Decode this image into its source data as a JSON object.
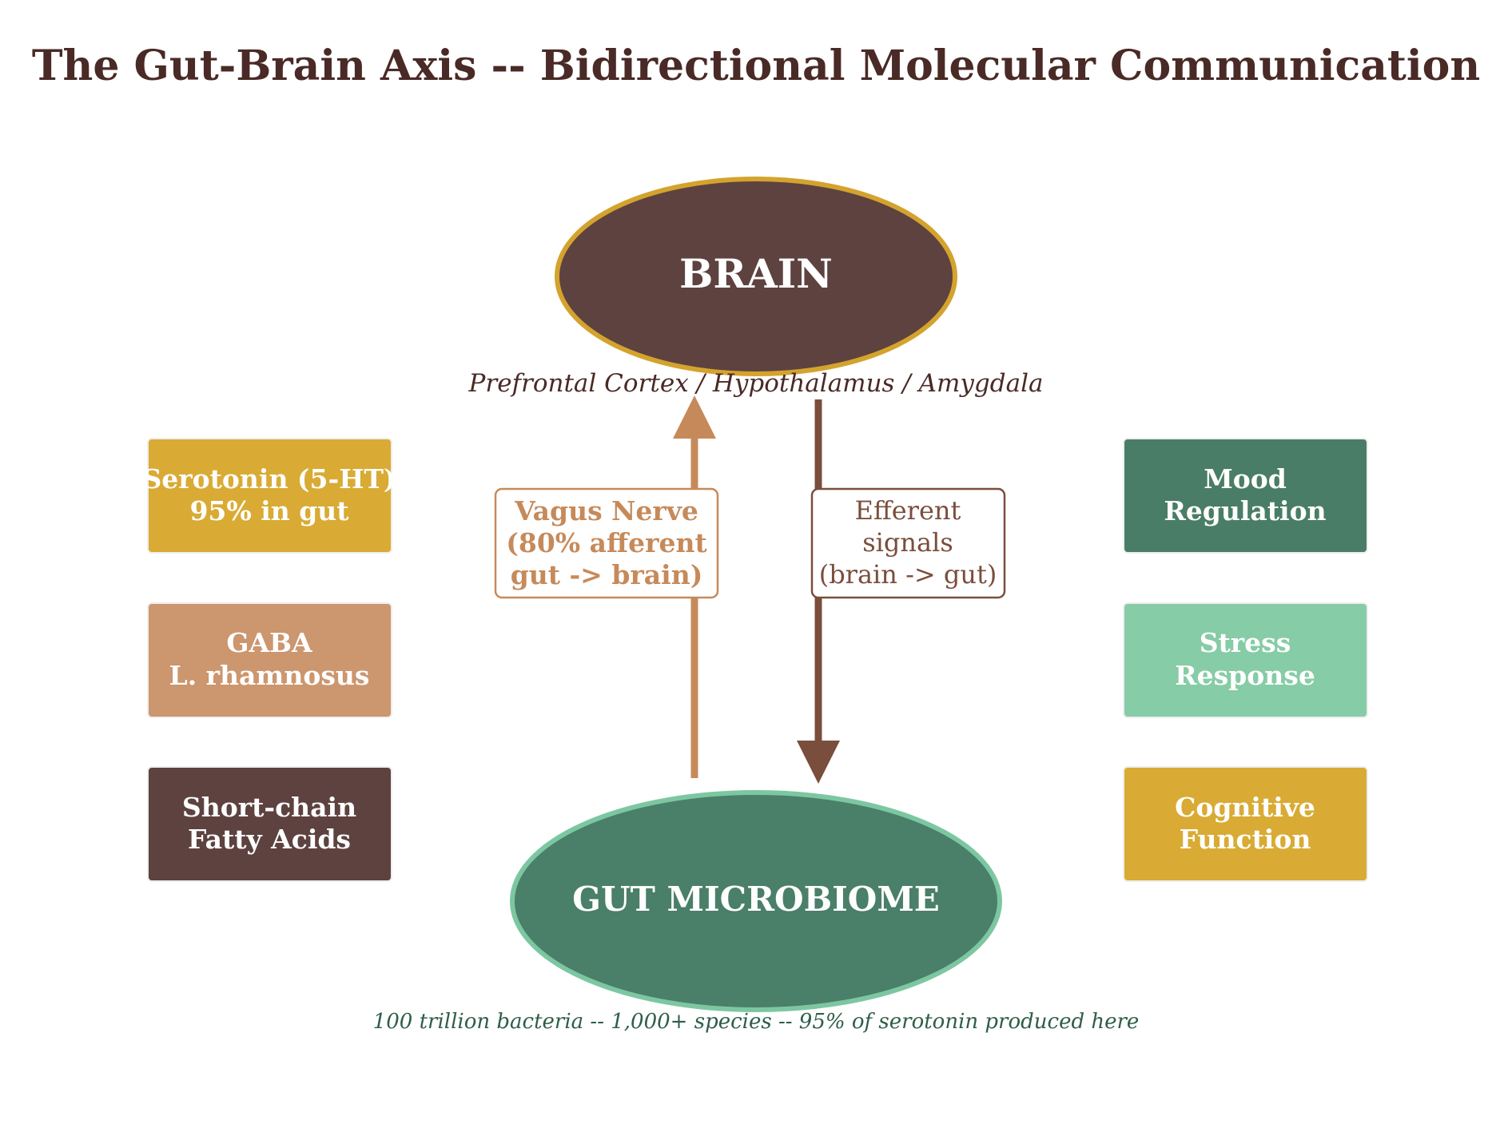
{
  "title": "The Gut-Brain Axis -- Bidirectional Molecular Communication",
  "brain": {
    "label": "BRAIN",
    "subtitle": "Prefrontal Cortex / Hypothalamus / Amygdala"
  },
  "gut": {
    "label": "GUT MICROBIOME",
    "subtitle": "100 trillion bacteria -- 1,000+ species -- 95% of serotonin produced here"
  },
  "vagus_label": [
    "Vagus Nerve",
    "(80% afferent",
    "gut -> brain)"
  ],
  "efferent_label": [
    "Efferent",
    "signals",
    "(brain -> gut)"
  ],
  "left_boxes": [
    {
      "lines": [
        "Serotonin (5-HT)",
        "95% in gut"
      ],
      "color": "#d9ab34"
    },
    {
      "lines": [
        "GABA",
        "L. rhamnosus"
      ],
      "color": "#cc966e"
    },
    {
      "lines": [
        "Short-chain",
        "Fatty Acids"
      ],
      "color": "#5d4240"
    }
  ],
  "right_boxes": [
    {
      "lines": [
        "Mood",
        "Regulation"
      ],
      "color": "#4a7d67"
    },
    {
      "lines": [
        "Stress",
        "Response"
      ],
      "color": "#86cca6"
    },
    {
      "lines": [
        "Cognitive",
        "Function"
      ],
      "color": "#d9ab34"
    }
  ],
  "colors": {
    "title": "#4a2a26",
    "brain_fill": "#5d423f",
    "brain_stroke": "#d4a32e",
    "gut_fill": "#4a7f69",
    "gut_stroke": "#7cc7a1",
    "vagus": "#c68a5a",
    "efferent": "#7a4e3c",
    "gut_subtitle": "#2f5e48"
  }
}
